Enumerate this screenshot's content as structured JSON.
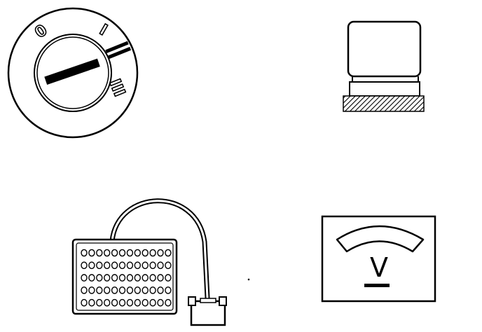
{
  "ignition_switch": {
    "positions": [
      "0",
      "I",
      "II",
      "III"
    ],
    "icon": "ignition-switch-icon"
  },
  "fuse": {
    "icon": "fuse-on-ground-icon"
  },
  "test_box": {
    "icon": "test-box-with-cable-icon",
    "pin_rows": 5,
    "pins_per_row": 12
  },
  "voltmeter": {
    "symbol": "V",
    "icon": "voltmeter-icon"
  },
  "colors": {
    "ink": "#000000",
    "paper": "#ffffff"
  }
}
